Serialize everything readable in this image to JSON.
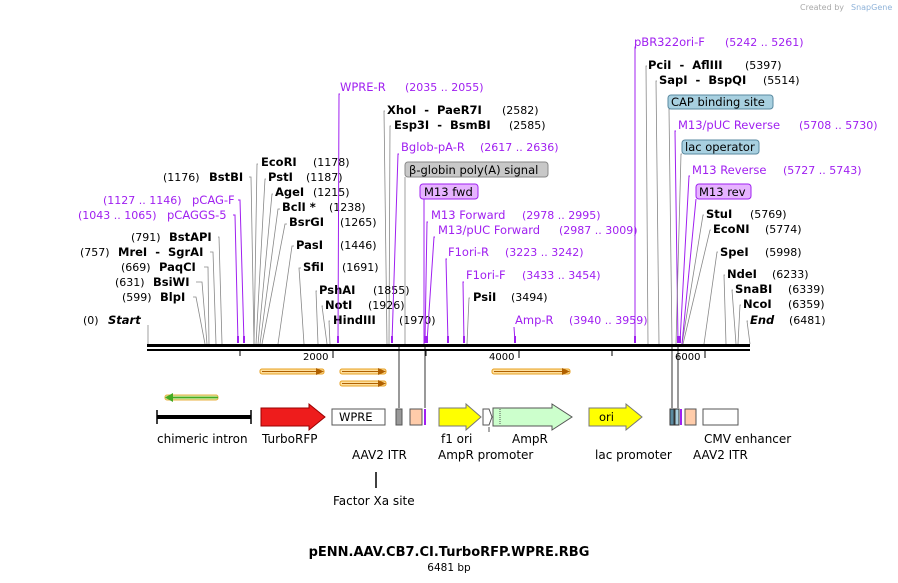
{
  "credit": {
    "prefix": "Created by",
    "brand": "SnapGene"
  },
  "title": "pENN.AAV.CB7.CI.TurboRFP.WPRE.RBG",
  "subtitle": "6481 bp",
  "ruler": {
    "ticks": [
      "2000",
      "4000",
      "6000"
    ]
  },
  "left_sites": [
    {
      "pos": "(0)",
      "name": "Start",
      "italic": true
    },
    {
      "pos": "(599)",
      "name": "BlpI"
    },
    {
      "pos": "(631)",
      "name": "BsiWI"
    },
    {
      "pos": "(669)",
      "name": "PaqCI"
    },
    {
      "pos": "(757)",
      "name": "MreI  -  SgrAI"
    },
    {
      "pos": "(791)",
      "name": "BstAPI"
    },
    {
      "pos": "(1176)",
      "name": "BstBI"
    }
  ],
  "mid_sites": [
    {
      "name": "EcoRI",
      "pos": "(1178)"
    },
    {
      "name": "PstI",
      "pos": "(1187)"
    },
    {
      "name": "AgeI",
      "pos": "(1215)"
    },
    {
      "name": "BclI *",
      "pos": "(1238)"
    },
    {
      "name": "BsrGI",
      "pos": "(1265)"
    },
    {
      "name": "PasI",
      "pos": "(1446)"
    },
    {
      "name": "SfiI",
      "pos": "(1691)"
    },
    {
      "name": "PshAI",
      "pos": "(1855)"
    },
    {
      "name": "NotI",
      "pos": "(1926)"
    },
    {
      "name": "HindIII",
      "pos": "(1970)"
    },
    {
      "name": "XhoI  -  PaeR7I",
      "pos": "(2582)"
    },
    {
      "name": "Esp3I  -  BsmBI",
      "pos": "(2585)"
    },
    {
      "name": "PsiI",
      "pos": "(3494)"
    }
  ],
  "right_sites": [
    {
      "name": "PciI  -  AflIII",
      "pos": "(5397)"
    },
    {
      "name": "SapI  -  BspQI",
      "pos": "(5514)"
    },
    {
      "name": "StuI",
      "pos": "(5769)"
    },
    {
      "name": "EcoNI",
      "pos": "(5774)"
    },
    {
      "name": "SpeI",
      "pos": "(5998)"
    },
    {
      "name": "NdeI",
      "pos": "(6233)"
    },
    {
      "name": "SnaBI",
      "pos": "(6339)"
    },
    {
      "name": "NcoI",
      "pos": "(6359)"
    },
    {
      "name": "End",
      "pos": "(6481)",
      "italic": true
    }
  ],
  "primers": [
    {
      "name": "WPRE-R",
      "range": "(2035 .. 2055)"
    },
    {
      "name": "Bglob-pA-R",
      "range": "(2617 .. 2636)"
    },
    {
      "name": "M13 Forward",
      "range": "(2978 .. 2995)"
    },
    {
      "name": "M13/pUC Forward",
      "range": "(2987 .. 3009)"
    },
    {
      "name": "F1ori-R",
      "range": "(3223 .. 3242)"
    },
    {
      "name": "F1ori-F",
      "range": "(3433 .. 3454)"
    },
    {
      "name": "Amp-R",
      "range": "(3940 .. 3959)"
    },
    {
      "name": "pCAG-F",
      "range": "(1127 .. 1146)"
    },
    {
      "name": "pCAGGS-5",
      "range": "(1043 .. 1065)"
    },
    {
      "name": "pBR322ori-F",
      "range": "(5242 .. 5261)"
    },
    {
      "name": "M13/pUC Reverse",
      "range": "(5708 .. 5730)"
    },
    {
      "name": "M13 Reverse",
      "range": "(5727 .. 5743)"
    }
  ],
  "boxed_labels": {
    "beta_globin": "β-globin poly(A) signal",
    "m13_fwd": "M13 fwd",
    "cap_site": "CAP binding site",
    "lac_operator": "lac operator",
    "m13_rev": "M13 rev"
  },
  "features": {
    "chimeric_intron": "chimeric intron",
    "turborfp": "TurboRFP",
    "wpre": "WPRE",
    "aav2_itr_left": "AAV2 ITR",
    "factor_xa": "Factor Xa site",
    "f1_ori": "f1 ori",
    "ampr_promoter": "AmpR promoter",
    "ampr": "AmpR",
    "ori": "ori",
    "lac_promoter": "lac promoter",
    "aav2_itr_right": "AAV2 ITR",
    "cmv_enhancer": "CMV enhancer"
  },
  "colors": {
    "primer": "#a020f0",
    "turborfp": "#ee1c1c",
    "f1ori": "#ffff00",
    "ampr": "#ccffcc",
    "itr": "#ffccaa",
    "cap": "#a8d0e0",
    "m13rev": "#e6b3ff",
    "orf": "#f0a020",
    "orf_rev": "#44aa22"
  }
}
